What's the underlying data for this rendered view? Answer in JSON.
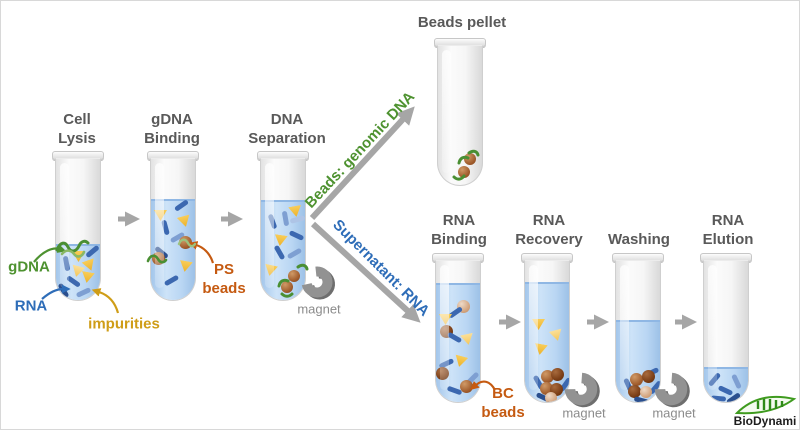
{
  "steps": [
    {
      "id": "cell-lysis",
      "label": "Cell\nLysis"
    },
    {
      "id": "gdna-binding",
      "label": "gDNA\nBinding"
    },
    {
      "id": "dna-separation",
      "label": "DNA\nSeparation"
    },
    {
      "id": "beads-pellet",
      "label": "Beads pellet"
    },
    {
      "id": "rna-binding",
      "label": "RNA\nBinding"
    },
    {
      "id": "rna-recovery",
      "label": "RNA\nRecovery"
    },
    {
      "id": "washing",
      "label": "Washing"
    },
    {
      "id": "rna-elution",
      "label": "RNA\nElution"
    }
  ],
  "branch": {
    "up": "Beads: genomic DNA",
    "down": "Supernatant: RNA"
  },
  "legend": {
    "gdna": "gDNA",
    "rna": "RNA",
    "impurities": "impurities",
    "ps_beads": "PS\nbeads",
    "bc_beads": "BC\nbeads",
    "magnet": "magnet"
  },
  "logo": {
    "name": "BioDynami"
  },
  "colors": {
    "label_gray": "#595959",
    "green": "#4e9230",
    "blue": "#2e6db8",
    "gold": "#cf9d17",
    "orange": "#c55a11",
    "arrow_gray": "#a6a6a6",
    "liquid_blue": "#bcd9f2",
    "magnet_gray": "#8c8c8c"
  }
}
